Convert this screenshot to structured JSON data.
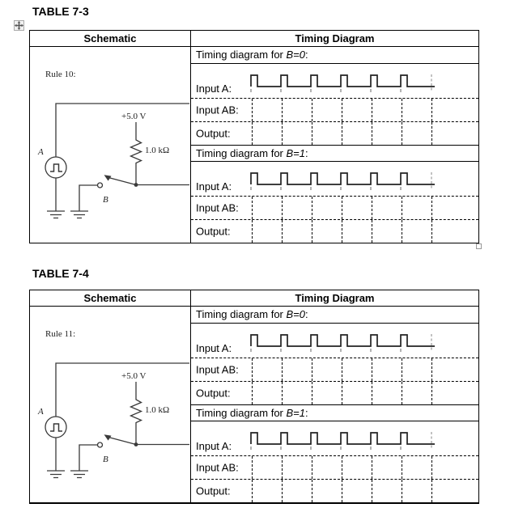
{
  "document": {
    "icons": {
      "table_move_handle": "move-icon",
      "table_resize_handle": "resize-handle-icon"
    },
    "colors": {
      "border": "#000000",
      "schematic_ink": "#3a3a3a",
      "waveform_ink": "#222222",
      "grid_tick_gray": "#8a8a8a"
    },
    "tables": [
      {
        "title": "TABLE 7-3",
        "header": {
          "schematic": "Schematic",
          "timing": "Timing Diagram"
        },
        "schematic": {
          "rule_label": "Rule 10:",
          "source_label": "A",
          "supply_label": "+5.0 V",
          "resistor_label": "1.0 kΩ",
          "switch_label": "B"
        },
        "waveform": {
          "type": "pulse-train",
          "pulse_count": 6
        },
        "sections": [
          {
            "caption": {
              "prefix": "Timing diagram for ",
              "variable": "B=0",
              "suffix": ":"
            },
            "input_a_label": "Input A:",
            "input_ab_label": "Input AB:",
            "output_label": "Output:"
          },
          {
            "caption": {
              "prefix": "Timing diagram for ",
              "variable": "B=1",
              "suffix": ":"
            },
            "input_a_label": "Input A:",
            "input_ab_label": "Input AB:",
            "output_label": "Output:"
          }
        ]
      },
      {
        "title": "TABLE 7-4",
        "header": {
          "schematic": "Schematic",
          "timing": "Timing Diagram"
        },
        "schematic": {
          "rule_label": "Rule 11:",
          "source_label": "A",
          "supply_label": "+5.0 V",
          "resistor_label": "1.0 kΩ",
          "switch_label": "B"
        },
        "waveform": {
          "type": "pulse-train",
          "pulse_count": 6
        },
        "sections": [
          {
            "caption": {
              "prefix": "Timing diagram for ",
              "variable": "B=0",
              "suffix": ":"
            },
            "input_a_label": "Input A:",
            "input_ab_label": "Input AB:",
            "output_label": "Output:"
          },
          {
            "caption": {
              "prefix": "Timing diagram for ",
              "variable": "B=1",
              "suffix": ":"
            },
            "input_a_label": "Input A:",
            "input_ab_label": "Input AB:",
            "output_label": "Output:"
          }
        ]
      }
    ]
  }
}
